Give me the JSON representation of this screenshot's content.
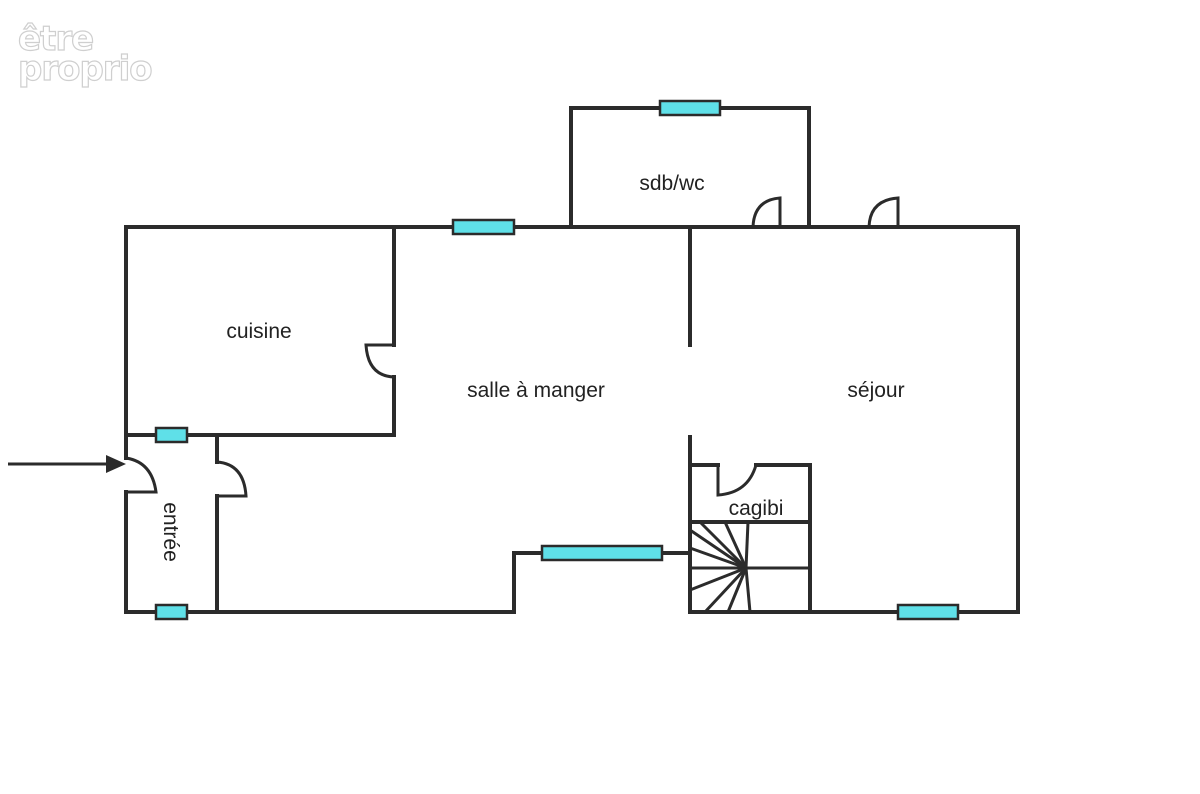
{
  "logo": {
    "line1": "être",
    "line2": "proprio"
  },
  "rooms": {
    "sdb_wc": "sdb/wc",
    "cuisine": "cuisine",
    "salle_a_manger": "salle à manger",
    "sejour": "séjour",
    "cagibi": "cagibi",
    "entree": "entrée"
  },
  "colors": {
    "wall": "#2b2b2b",
    "window": "#5fe0e8",
    "background": "#ffffff"
  },
  "icons": {
    "entrance": "entrance-arrow-icon",
    "stairs": "spiral-staircase-icon"
  }
}
